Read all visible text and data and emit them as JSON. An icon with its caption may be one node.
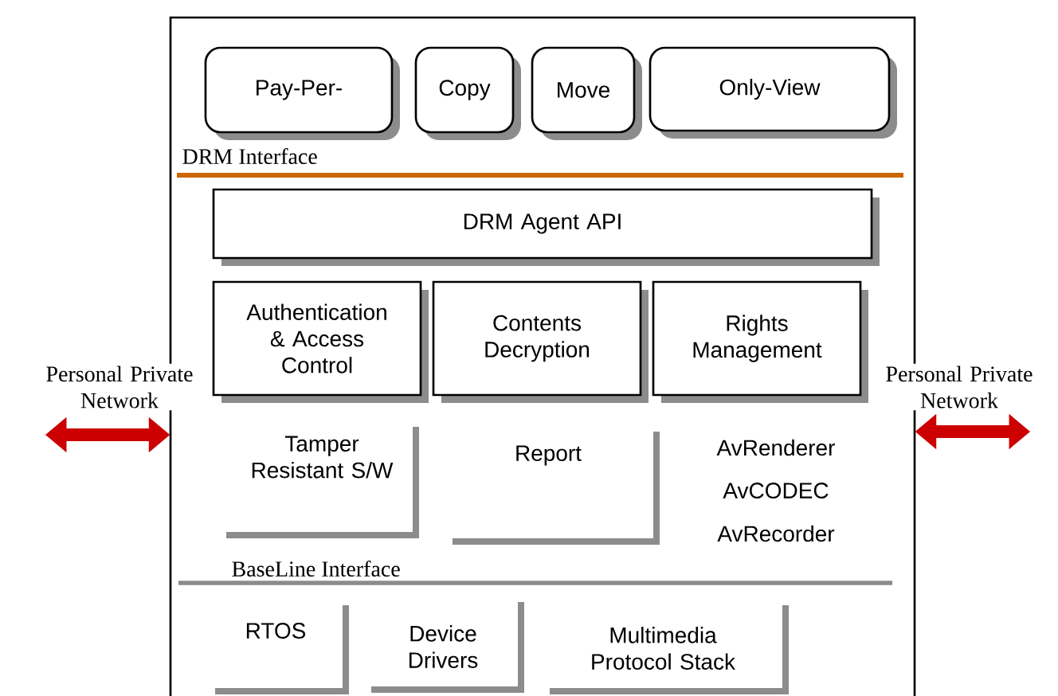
{
  "diagram": {
    "nodes": [
      {
        "text": [],
        "shape": "box"
      },
      {
        "text": [
          "Pay-Per-"
        ],
        "in": 0
      },
      {
        "text": [
          "Copy"
        ],
        "in": 0
      },
      {
        "text": [
          "Move"
        ],
        "in": 0
      },
      {
        "text": [
          "Only-View"
        ],
        "in": 0
      },
      {
        "text": [
          "DRM Agent API"
        ],
        "in": 0
      },
      {
        "text": [
          "Authentication & Access Control"
        ],
        "in": 0
      },
      {
        "text": [
          "Contents Decryption"
        ],
        "in": 0
      },
      {
        "text": [
          "Rights Management"
        ],
        "in": 0
      },
      {
        "text": [
          "Tamper Resistant S/W"
        ],
        "in": 0
      },
      {
        "text": [
          "Report"
        ],
        "in": 0
      },
      {
        "text": [
          "RTOS"
        ],
        "in": 0
      },
      {
        "text": [
          "Device Drivers"
        ],
        "in": 0
      },
      {
        "text": [
          "Multimedia Protocol Stack"
        ],
        "in": 0
      },
      {
        "text": [
          "Personal Private Network"
        ]
      },
      {
        "text": [
          "Personal Private Network"
        ]
      }
    ],
    "edges": [
      {
        "from": 14,
        "to": 0,
        "arrow": "both"
      },
      {
        "from": 15,
        "to": 0,
        "arrow": "both"
      }
    ],
    "labels": [
      "DRM Interface",
      "AvRenderer",
      "AvCODEC",
      "AvRecorder",
      "BaseLine Interface"
    ]
  }
}
